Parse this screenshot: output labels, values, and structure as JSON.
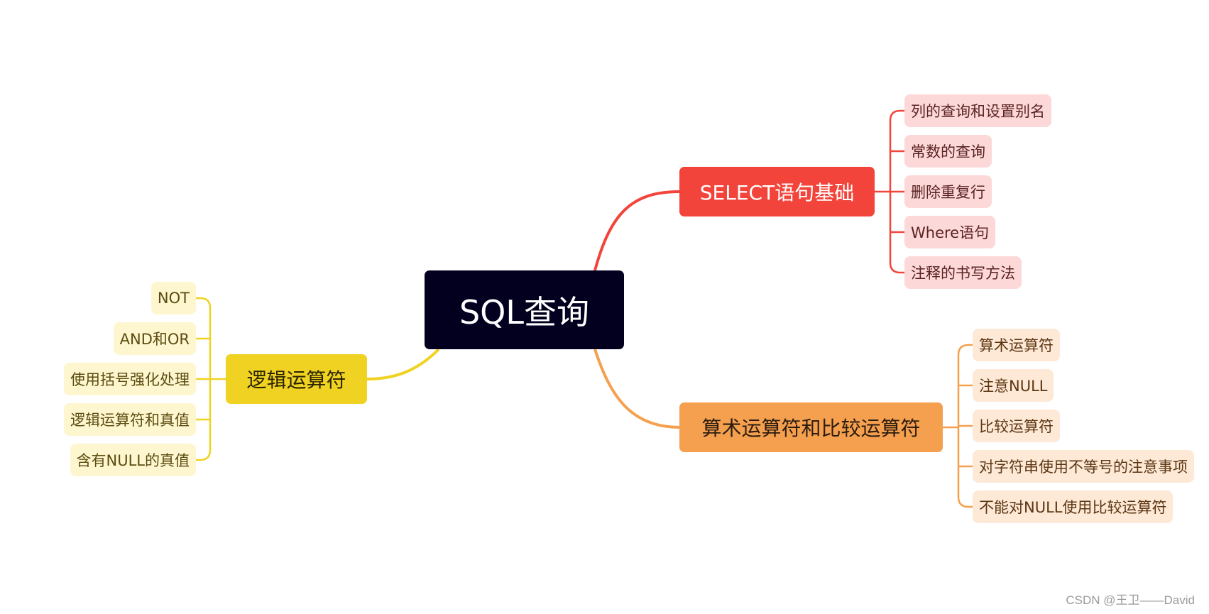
{
  "root": {
    "label": "SQL查询"
  },
  "branches": {
    "select_basics": {
      "label": "SELECT语句基础",
      "color": "#f2443b",
      "items": [
        "列的查询和设置别名",
        "常数的查询",
        "删除重复行",
        "Where语句",
        "注释的书写方法"
      ]
    },
    "arithmetic": {
      "label": "算术运算符和比较运算符",
      "color": "#f5a04e",
      "items": [
        "算术运算符",
        "注意NULL",
        "比较运算符",
        "对字符串使用不等号的注意事项",
        "不能对NULL使用比较运算符"
      ]
    },
    "logical": {
      "label": "逻辑运算符",
      "color": "#f0d222",
      "items": [
        "NOT",
        "AND和OR",
        "使用括号强化处理",
        "逻辑运算符和真值",
        "含有NULL的真值"
      ]
    }
  },
  "watermark": "CSDN @王卫——David"
}
